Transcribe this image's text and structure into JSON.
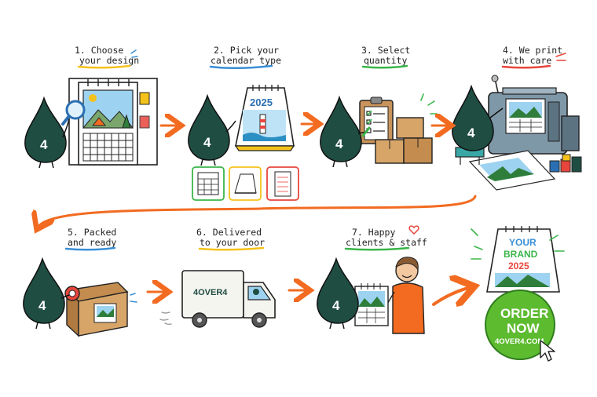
{
  "mascot_number": "4",
  "steps": [
    {
      "label_1": "1. Choose",
      "label_2": "your design",
      "underline": "#f5c21b"
    },
    {
      "label_1": "2. Pick your",
      "label_2": "calendar type",
      "underline": "#3a8fd6"
    },
    {
      "label_1": "3. Select",
      "label_2": "quantity",
      "underline": "#3bb54a"
    },
    {
      "label_1": "4. We print",
      "label_2": "with care",
      "underline": "#e8453c"
    },
    {
      "label_1": "5. Packed",
      "label_2": "and ready",
      "underline": "#3a8fd6"
    },
    {
      "label_1": "6. Delivered",
      "label_2": "to your door",
      "underline": "#f5c21b"
    },
    {
      "label_1": "7. Happy",
      "label_2": "clients & staff",
      "underline": "#3bb54a"
    }
  ],
  "calendar_year": "2025",
  "truck_text": "4OVER4",
  "promo": {
    "line_1": "YOUR",
    "line_2": "BRAND",
    "year": "2025",
    "cta_1": "ORDER",
    "cta_2": "NOW",
    "url": "4OVER4.COM"
  },
  "colors": {
    "mascot": "#1f4d42",
    "arrow": "#f26b21",
    "cta_green": "#5dbb2f",
    "accent_blue": "#3a8fd6",
    "accent_yellow": "#f5c21b",
    "accent_red": "#e8453c"
  },
  "icons": [
    "magnifier-icon",
    "calendar-icon",
    "clipboard-icon",
    "box-icon",
    "printer-icon",
    "tape-icon",
    "truck-icon",
    "heart-icon",
    "cursor-icon"
  ]
}
